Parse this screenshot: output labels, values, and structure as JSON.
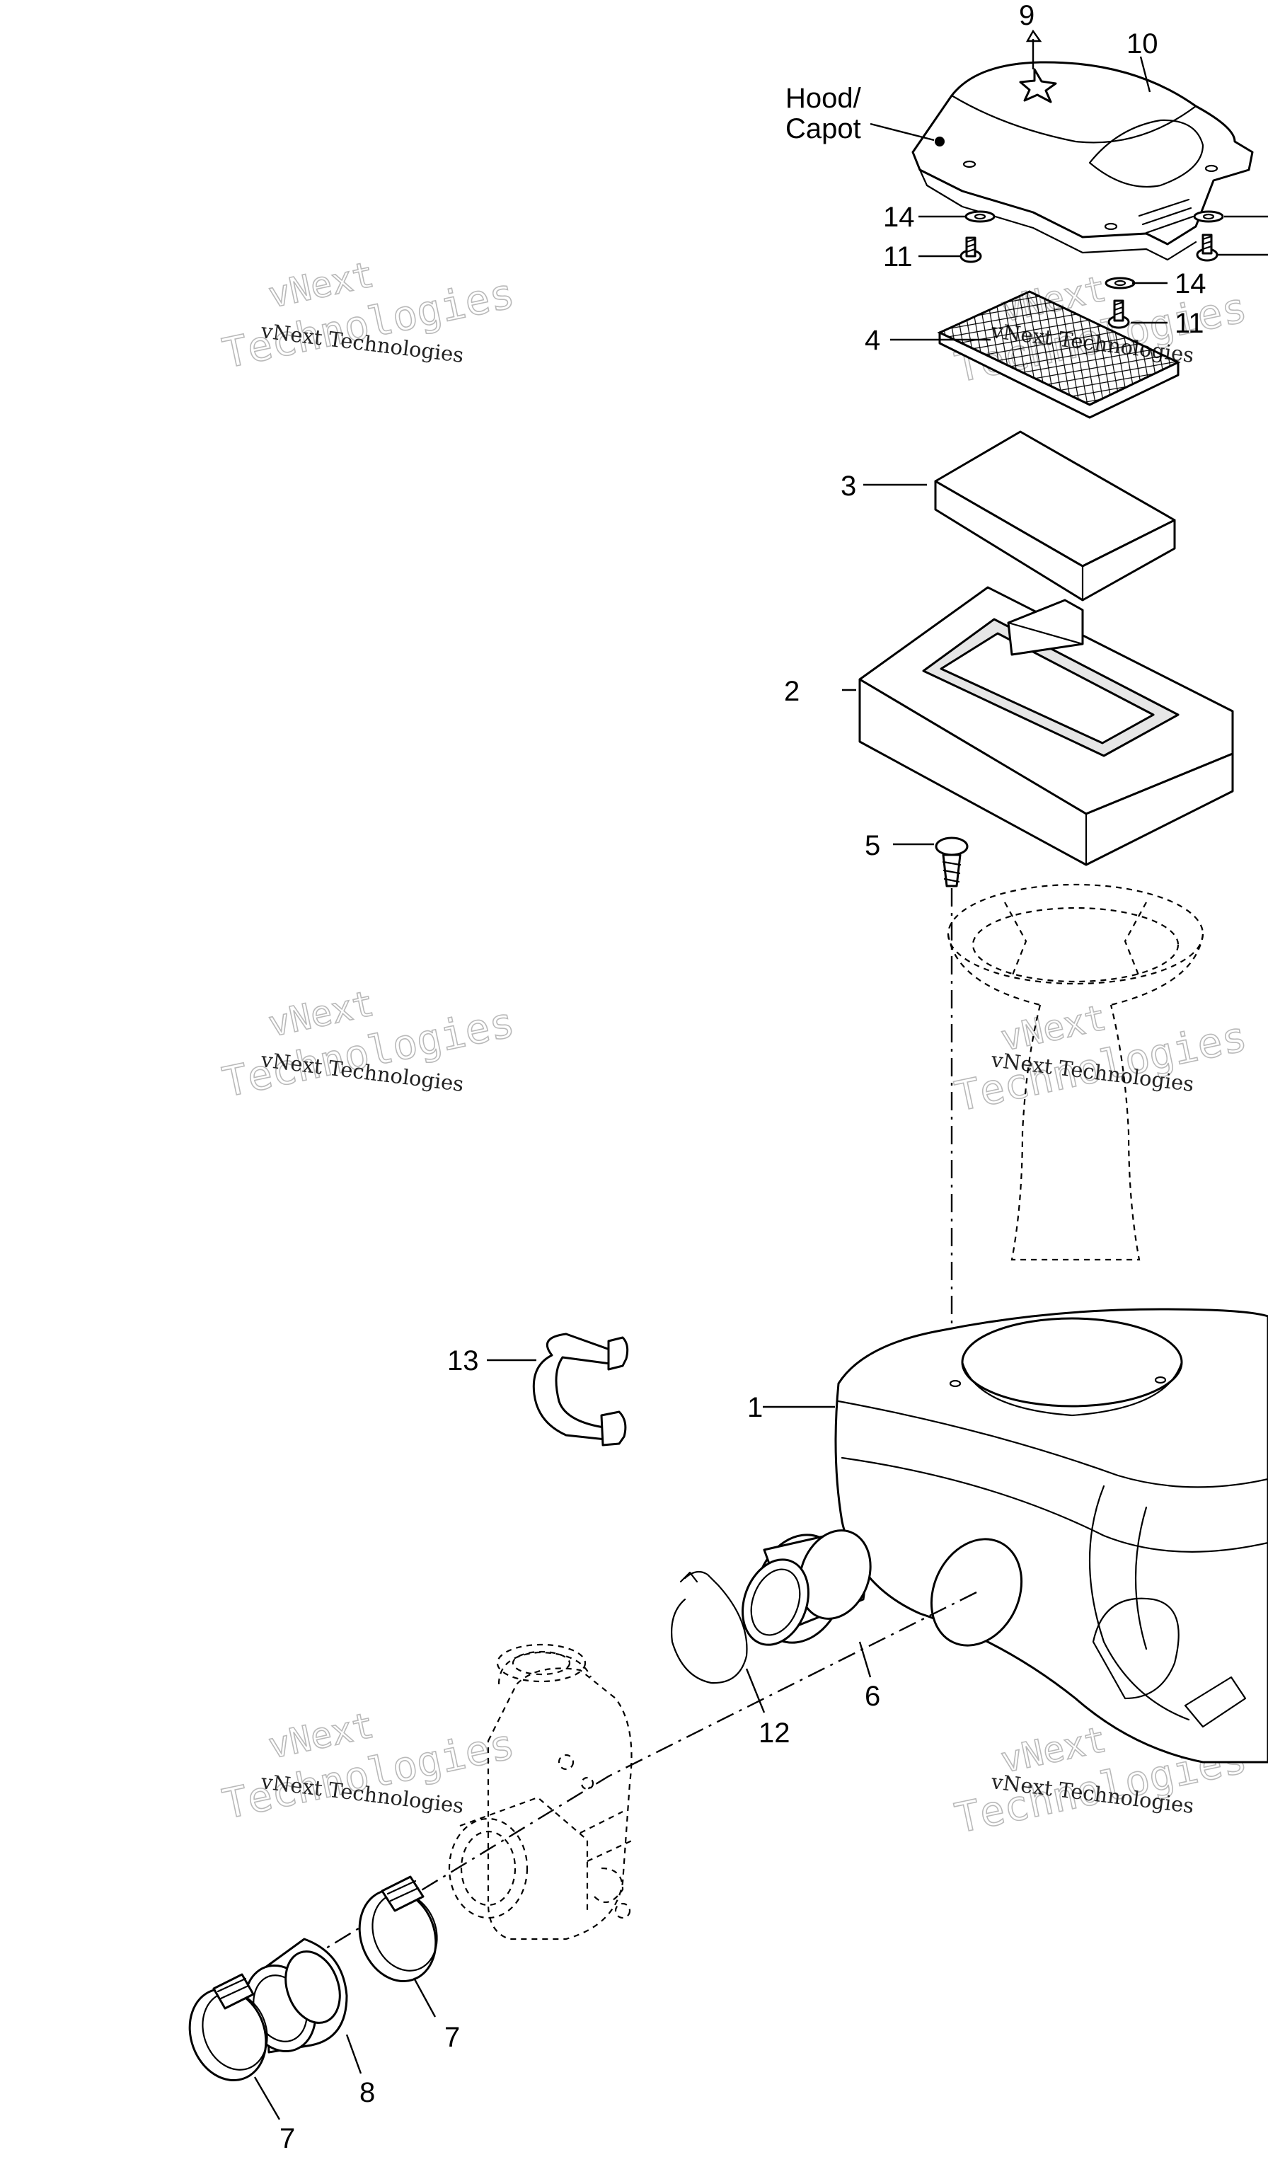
{
  "diagram": {
    "parts": [
      {
        "id": "part-1",
        "label": "1"
      },
      {
        "id": "part-2",
        "label": "2"
      },
      {
        "id": "part-3",
        "label": "3"
      },
      {
        "id": "part-4",
        "label": "4"
      },
      {
        "id": "part-5",
        "label": "5"
      },
      {
        "id": "part-6",
        "label": "6"
      },
      {
        "id": "part-7a",
        "label": "7"
      },
      {
        "id": "part-7b",
        "label": "7"
      },
      {
        "id": "part-8",
        "label": "8"
      },
      {
        "id": "part-9",
        "label": "9"
      },
      {
        "id": "part-10",
        "label": "10"
      },
      {
        "id": "part-11a",
        "label": "11"
      },
      {
        "id": "part-11b",
        "label": "11"
      },
      {
        "id": "part-12",
        "label": "12"
      },
      {
        "id": "part-13",
        "label": "13"
      },
      {
        "id": "part-14a",
        "label": "14"
      },
      {
        "id": "part-14b",
        "label": "14"
      }
    ],
    "hood_label_line1": "Hood/",
    "hood_label_line2": "Capot"
  },
  "watermark": {
    "line1": "vNext",
    "line2": "Technologies",
    "small": "vNext Technologies"
  }
}
